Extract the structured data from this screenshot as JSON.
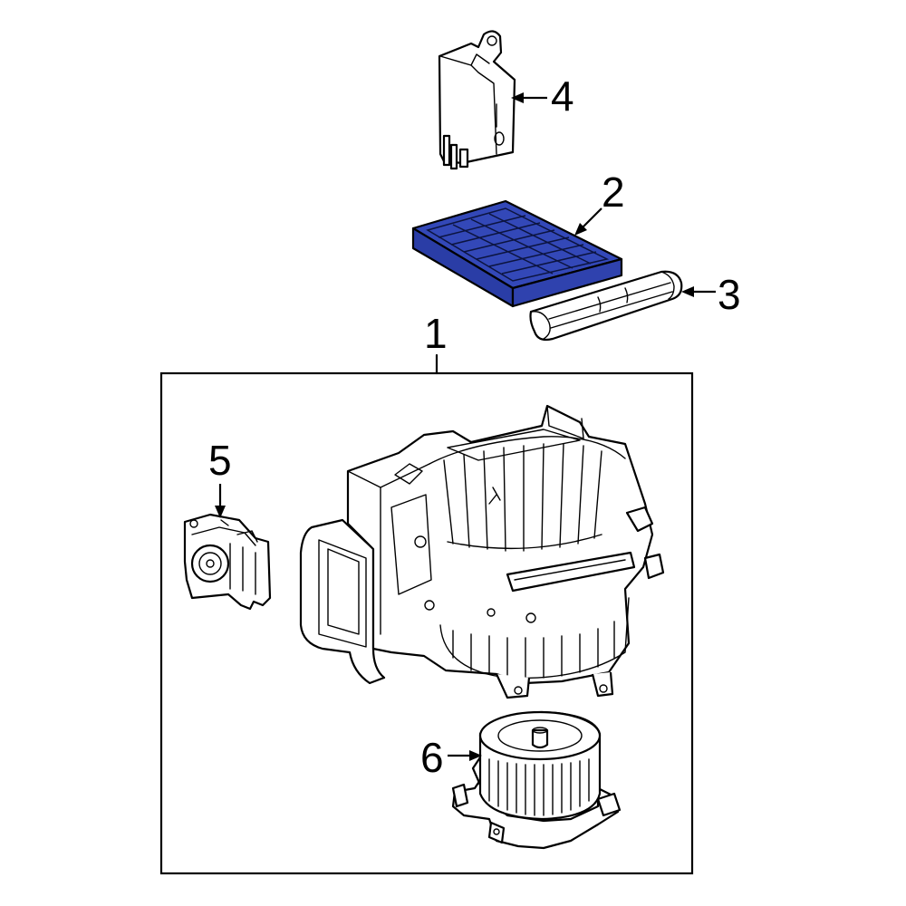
{
  "callouts": {
    "c1": "1",
    "c2": "2",
    "c3": "3",
    "c4": "4",
    "c5": "5",
    "c6": "6"
  },
  "colors": {
    "highlight": "#3348b8",
    "highlight_dark": "#1a2a80",
    "line": "#000000",
    "background": "#ffffff"
  },
  "parts": [
    {
      "callout": "1",
      "icon": "blower-housing-assembly-icon"
    },
    {
      "callout": "2",
      "icon": "cabin-air-filter-icon",
      "highlighted": true
    },
    {
      "callout": "3",
      "icon": "filter-cover-icon"
    },
    {
      "callout": "4",
      "icon": "control-module-icon"
    },
    {
      "callout": "5",
      "icon": "actuator-motor-icon"
    },
    {
      "callout": "6",
      "icon": "blower-motor-icon"
    }
  ]
}
